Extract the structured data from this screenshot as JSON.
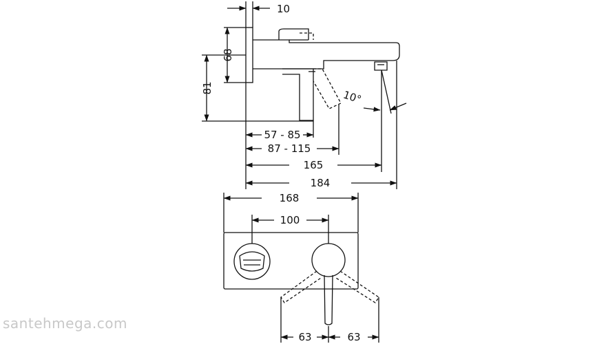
{
  "side_view": {
    "dim_flange_thickness": "10",
    "dim_plate_height": "68",
    "dim_total_height": "81",
    "dim_wall_depth_short": "57 - 85",
    "dim_wall_depth_long": "87 - 115",
    "dim_spout_reach": "165",
    "dim_total_reach": "184",
    "dim_lever_angle": "10°"
  },
  "front_view": {
    "dim_plate_width": "168",
    "dim_center_distance": "100",
    "dim_lever_left": "63",
    "dim_lever_right": "63"
  },
  "watermark": "santehmega.com"
}
